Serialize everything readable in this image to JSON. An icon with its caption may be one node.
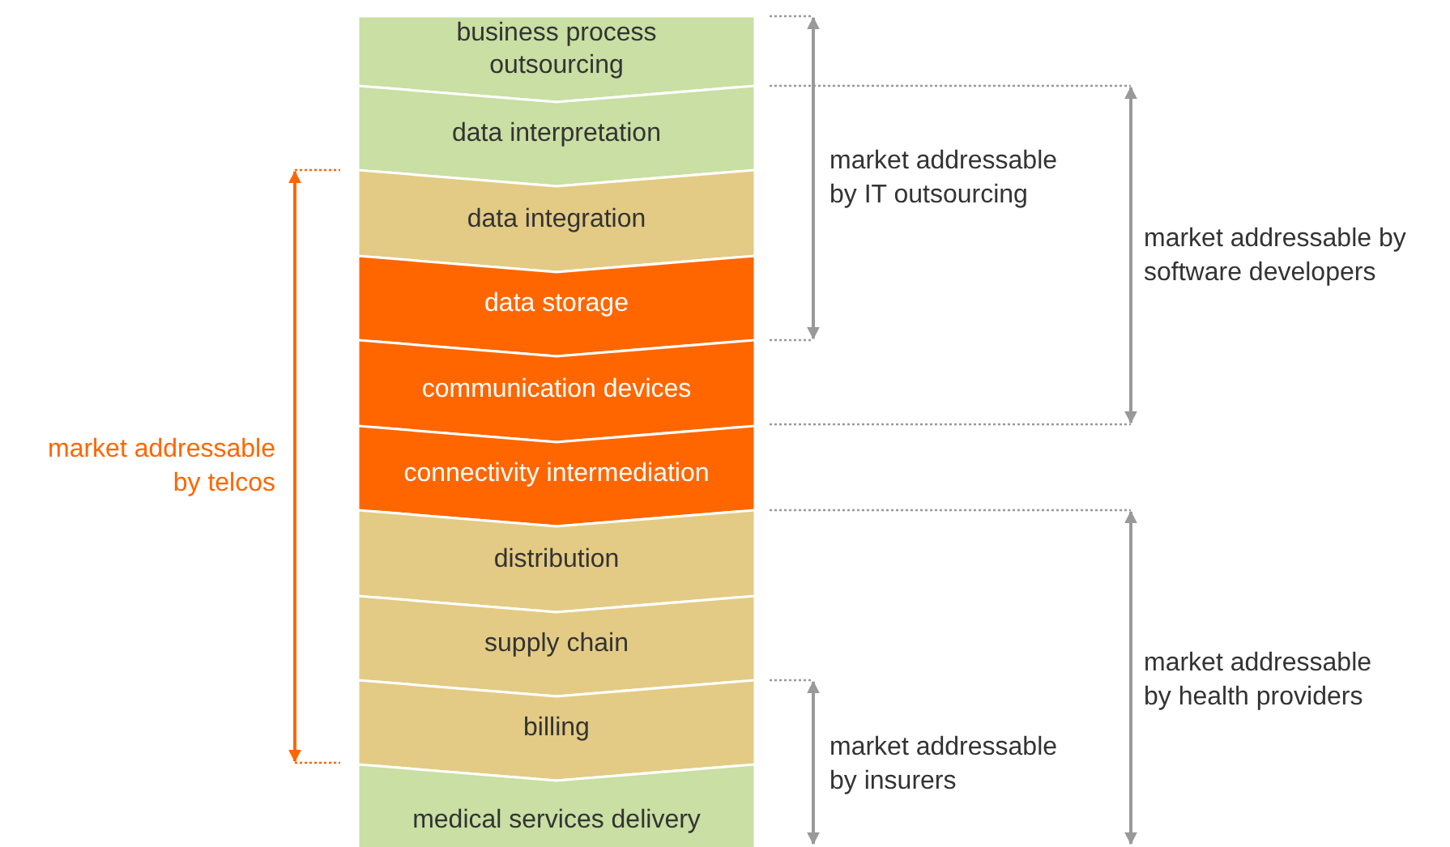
{
  "diagram": {
    "nodes": [
      {
        "text": [
          "business process outsourcing"
        ]
      },
      {
        "text": [
          "data interpretation"
        ]
      },
      {
        "text": [
          "data integration"
        ]
      },
      {
        "text": [
          "data storage"
        ]
      },
      {
        "text": [
          "communication devices"
        ]
      },
      {
        "text": [
          "connectivity intermediation"
        ]
      },
      {
        "text": [
          "distribution"
        ]
      },
      {
        "text": [
          "supply chain"
        ]
      },
      {
        "text": [
          "billing"
        ]
      },
      {
        "text": [
          "medical services delivery"
        ]
      }
    ],
    "labels": [
      "market addressable by IT outsourcing",
      "market addressable by software developers",
      "market addressable by telcos",
      "market addressable by health providers",
      "market addressable by insurers"
    ]
  }
}
